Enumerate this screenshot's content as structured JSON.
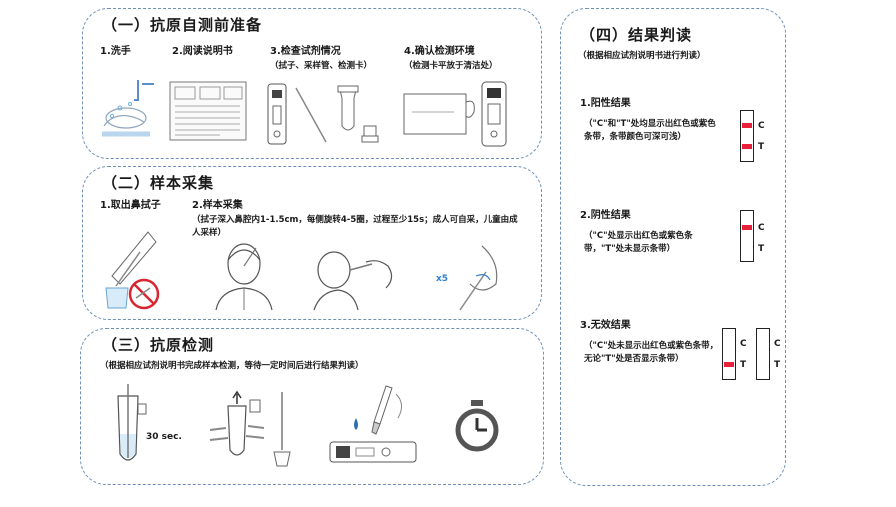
{
  "prep": {
    "title": "（一）抗原自测前准备",
    "steps": [
      {
        "label": "1.洗手"
      },
      {
        "label": "2.阅读说明书"
      },
      {
        "label": "3.检查试剂情况",
        "sub": "（拭子、采样管、检测卡）"
      },
      {
        "label": "4.确认检测环境",
        "sub": "（检测卡平放于清洁处）"
      }
    ]
  },
  "sample": {
    "title": "（二）样本采集",
    "steps": [
      {
        "label": "1.取出鼻拭子"
      },
      {
        "label": "2.样本采集",
        "sub": "（拭子深入鼻腔内1-1.5cm，每侧旋转4-5圈，过程至少15s；成人可自采，儿童由成人采样）"
      }
    ],
    "x5": "x5"
  },
  "test": {
    "title": "（三）抗原检测",
    "sub": "（根据相应试剂说明书完成样本检测，等待一定时间后进行结果判读）",
    "time": "30 sec."
  },
  "results": {
    "title": "（四）结果判读",
    "sub": "（根据相应试剂说明书进行判读）",
    "items": [
      {
        "label": "1.阳性结果",
        "desc": "（\"C\"和\"T\"处均显示出红色或紫色条带，条带颜色可深可浅）"
      },
      {
        "label": "2.阴性结果",
        "desc": "（\"C\"处显示出红色或紫色条带，\"T\"处未显示条带）"
      },
      {
        "label": "3.无效结果",
        "desc": "（\"C\"处未显示出红色或紫色条带，无论\"T\"处是否显示条带）"
      }
    ],
    "c": "C",
    "t": "T",
    "band_color": "#e8203a"
  }
}
